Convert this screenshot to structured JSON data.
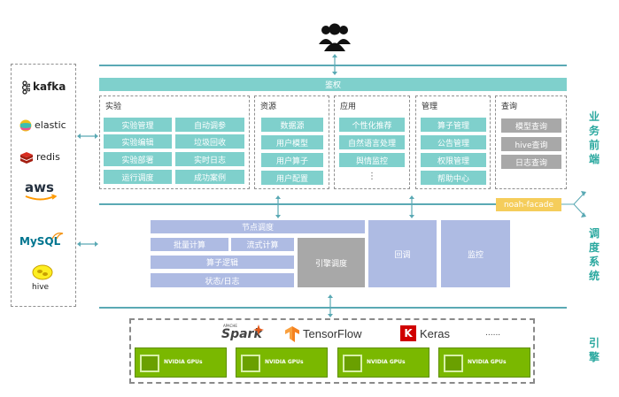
{
  "auth": {
    "label": "鉴权"
  },
  "sections": {
    "experiment": {
      "title": "实验",
      "items": [
        "实验管理",
        "自动调参",
        "实验编辑",
        "垃圾回收",
        "实验部署",
        "实时日志",
        "运行调度",
        "成功案例"
      ]
    },
    "resource": {
      "title": "资源",
      "items": [
        "数据源",
        "用户模型",
        "用户算子",
        "用户配置"
      ]
    },
    "application": {
      "title": "应用",
      "items": [
        "个性化推荐",
        "自然语言处理",
        "舆情监控"
      ],
      "more": "⋮"
    },
    "management": {
      "title": "管理",
      "items": [
        "算子管理",
        "公告管理",
        "权限管理",
        "帮助中心"
      ]
    },
    "query": {
      "title": "查询",
      "items": [
        "模型查询",
        "hive查询",
        "日志查询"
      ]
    }
  },
  "facade": "noah-facade",
  "schedule": {
    "node": "节点调度",
    "batch": "批量计算",
    "stream": "流式计算",
    "operator": "算子逻辑",
    "status": "状态/日志",
    "engine": "引擎调度",
    "callback": "回调",
    "monitor": "监控"
  },
  "side_labels": {
    "front": "业务前端",
    "schedule": "调度系统",
    "engine": "引擎"
  },
  "datasources": [
    "kafka",
    "elastic",
    "redis",
    "aws",
    "MySQL",
    "hive"
  ],
  "engines": {
    "spark": "Spark",
    "spark_small": "APACHE",
    "tensorflow": "TensorFlow",
    "keras": "Keras",
    "keras_k": "K",
    "more": "......"
  },
  "gpu_label": "NVIDIA GPUs",
  "colors": {
    "teal": "#7fd0cc",
    "grey": "#a8a8a8",
    "blue": "#aebbe3",
    "facade": "#f5cd5b",
    "gpu": "#7ab800",
    "accent": "#2aa89f"
  }
}
